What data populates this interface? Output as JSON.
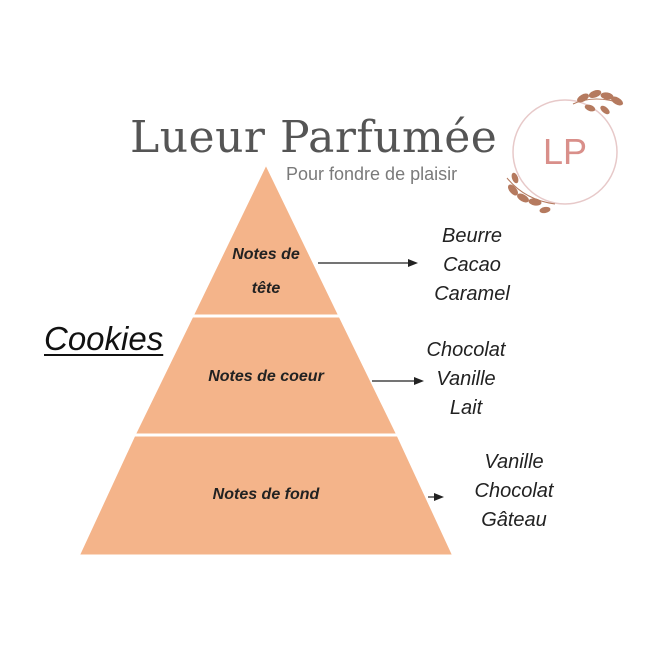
{
  "brand": {
    "title": "Lueur Parfumée",
    "tagline": "Pour fondre de plaisir",
    "logo_initials": "LP"
  },
  "product": {
    "name": "Cookies"
  },
  "colors": {
    "pyramid_fill": "#f4b48a",
    "logo_pink": "#d98f8a",
    "logo_ring": "#e7c9c9",
    "leaf": "#b57a5f"
  },
  "tiers": [
    {
      "label_line1": "Notes de",
      "label_line2": "tête",
      "notes": [
        "Beurre",
        "Cacao",
        "Caramel"
      ]
    },
    {
      "label_line1": "Notes de coeur",
      "notes": [
        "Chocolat",
        "Vanille",
        "Lait"
      ]
    },
    {
      "label_line1": "Notes de fond",
      "notes": [
        "Vanille",
        "Chocolat",
        "Gâteau"
      ]
    }
  ]
}
